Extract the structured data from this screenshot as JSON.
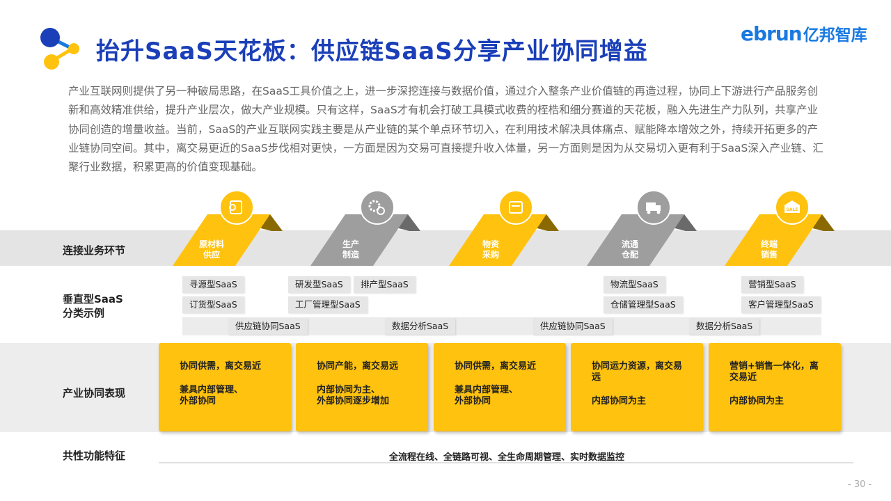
{
  "header": {
    "title": "抬升SaaS天花板：供应链SaaS分享产业协同增益",
    "brand_latin": "ebrun",
    "brand_cn": "亿邦智库",
    "colors": {
      "title": "#1a3fb8",
      "brand": "#1a7ae0",
      "accent_yellow": "#ffc20e",
      "gray_stage": "#9e9e9e"
    }
  },
  "intro": "产业互联网则提供了另一种破局思路，在SaaS工具价值之上，进一步深挖连接与数据价值，通过介入整条产业价值链的再造过程，协同上下游进行产品服务创新和高效精准供给，提升产业层次，做大产业规模。只有这样，SaaS才有机会打破工具模式收费的桎梏和细分赛道的天花板，融入先进生产力队列，共享产业协同创造的增量收益。当前，SaaS的产业互联网实践主要是从产业链的某个单点环节切入，在利用技术解决具体痛点、赋能降本增效之外，持续开拓更多的产业链协同空间。其中，离交易更近的SaaS步伐相对更快，一方面是因为交易可直接提升收入体量，另一方面则是因为从交易切入更有利于SaaS深入产业链、汇聚行业数据，积累更高的价值变现基础。",
  "rows": {
    "connect": "连接业务环节",
    "vertical_1": "垂直型SaaS",
    "vertical_2": "分类示例",
    "collab": "产业协同表现",
    "common": "共性功能特征"
  },
  "stages": [
    {
      "label_1": "原材料",
      "label_2": "供应",
      "color": "yellow",
      "icon": "roll-icon"
    },
    {
      "label_1": "生产",
      "label_2": "制造",
      "color": "gray",
      "icon": "gears-icon"
    },
    {
      "label_1": "物资",
      "label_2": "采购",
      "color": "yellow",
      "icon": "cart-icon"
    },
    {
      "label_1": "流通",
      "label_2": "仓配",
      "color": "gray",
      "icon": "truck-icon"
    },
    {
      "label_1": "终端",
      "label_2": "销售",
      "color": "yellow",
      "icon": "sale-icon"
    }
  ],
  "saas_tags": [
    "寻源型SaaS",
    "订货型SaaS",
    "研发型SaaS",
    "排产型SaaS",
    "工厂管理型SaaS",
    "物流型SaaS",
    "仓储管理型SaaS",
    "营销型SaaS",
    "客户管理型SaaS"
  ],
  "strip_tags": [
    "供应链协同SaaS",
    "数据分析SaaS",
    "供应链协同SaaS",
    "数据分析SaaS"
  ],
  "cards": [
    {
      "line1": "协同供需，离交易近",
      "line2": "兼具内部管理、\n外部协同"
    },
    {
      "line1": "协同产能，离交易远",
      "line2": "内部协同为主、\n外部协同逐步增加"
    },
    {
      "line1": "协同供需，离交易近",
      "line2": "兼具内部管理、\n外部协同"
    },
    {
      "line1": "协同运力资源，离交易远",
      "line2": "内部协同为主"
    },
    {
      "line1": "营销+销售一体化，离交易近",
      "line2": "内部协同为主"
    }
  ],
  "common_text": "全流程在线、全链路可视、全生命周期管理、实时数据监控",
  "page_number": "- 30 -"
}
